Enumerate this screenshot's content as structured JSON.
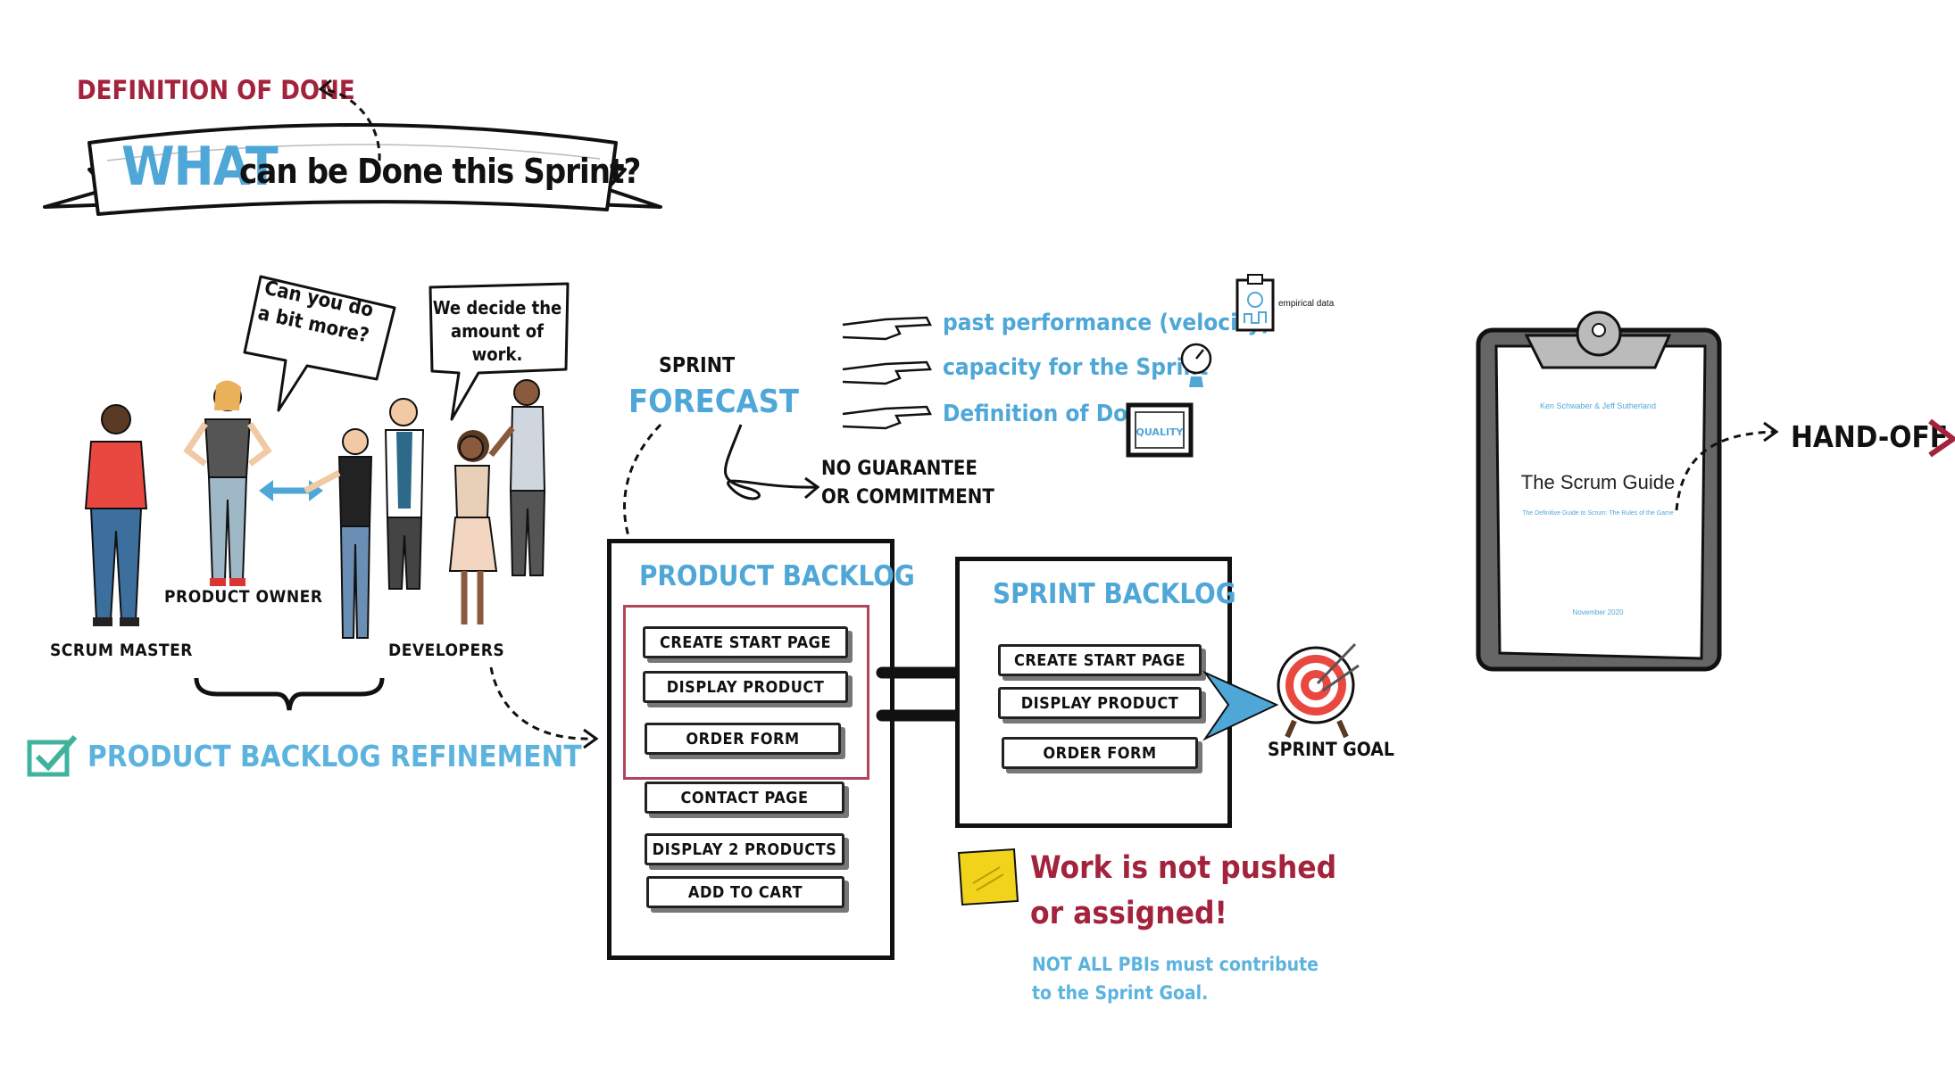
{
  "banner": {
    "what": "WHAT",
    "rest": "can be Done this Sprint?"
  },
  "dod_label": "DEFINITION OF DONE",
  "bubbles": {
    "po": "Can you do a bit more?",
    "devs": "We decide the amount of work."
  },
  "roles": {
    "scrum_master": "SCRUM MASTER",
    "product_owner": "PRODUCT OWNER",
    "developers": "DEVELOPERS"
  },
  "refinement": "PRODUCT BACKLOG REFINEMENT",
  "forecast": {
    "sprint": "SPRINT",
    "forecast": "FORECAST",
    "no_guarantee_1": "NO GUARANTEE",
    "no_guarantee_2": "OR COMMITMENT"
  },
  "inputs": [
    "past performance (velocity)",
    "capacity for the Sprint",
    "Definition of Done"
  ],
  "empirical_label": "empirical data",
  "quality_label": "QUALITY",
  "product_backlog": {
    "title": "PRODUCT BACKLOG",
    "items": [
      "CREATE START PAGE",
      "DISPLAY PRODUCT",
      "ORDER FORM",
      "CONTACT PAGE",
      "DISPLAY 2 PRODUCTS",
      "ADD TO CART"
    ]
  },
  "sprint_backlog": {
    "title": "SPRINT BACKLOG",
    "items": [
      "CREATE START PAGE",
      "DISPLAY PRODUCT",
      "ORDER FORM"
    ]
  },
  "sprint_goal": "SPRINT GOAL",
  "work_note": {
    "line1": "Work is not pushed",
    "line2": "or assigned!"
  },
  "not_all_note": {
    "line1": "NOT ALL PBIs must contribute",
    "line2": "to the Sprint Goal."
  },
  "scrum_guide": {
    "authors": "Ken Schwaber & Jeff Sutherland",
    "title": "The Scrum Guide",
    "subtitle": "The Definitive Guide to Scrum: The Rules of the Game",
    "date": "November 2020"
  },
  "handoff": "HAND-OFF",
  "colors": {
    "accent_blue": "#4fa7d8",
    "accent_red": "#a3233c",
    "check_teal": "#3fb39c",
    "note_yellow": "#f2d31b"
  }
}
